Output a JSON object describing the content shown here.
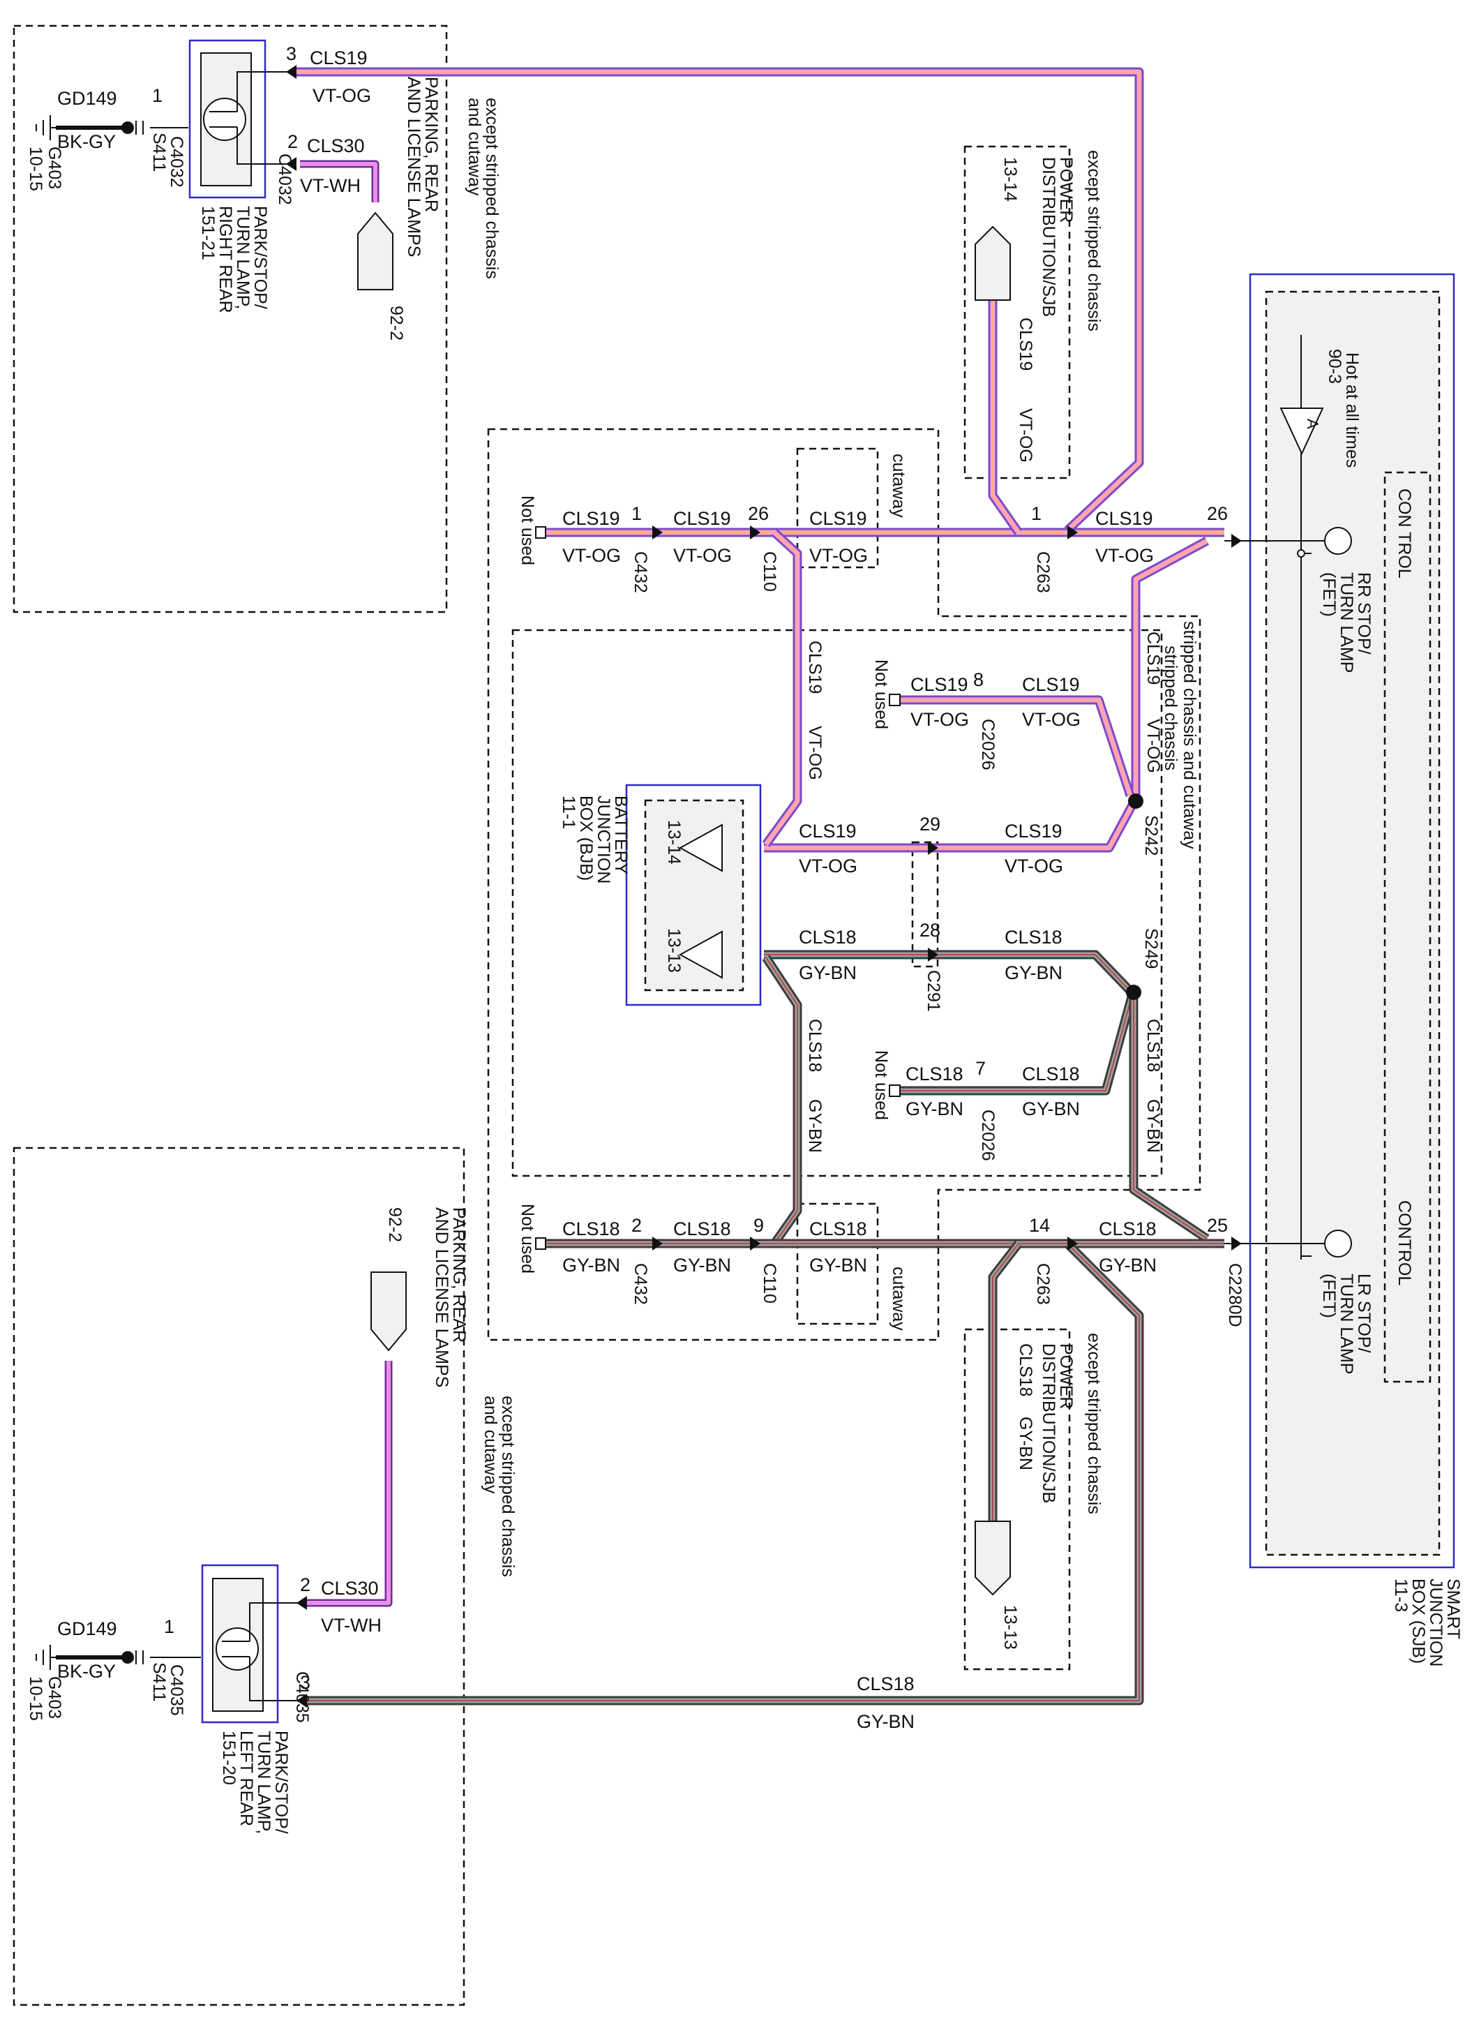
{
  "labels": {
    "cls19": "CLS19",
    "cls18": "CLS18",
    "cls30": "CLS30",
    "vt_og": "VT-OG",
    "gy_bn": "GY-BN",
    "vt_wh": "VT-WH",
    "gd149": "GD149",
    "bk_gy": "BK-GY",
    "s411": "S411",
    "s242": "S242",
    "s249": "S249",
    "c4032": "C4032",
    "c4035": "C4035",
    "c432": "C432",
    "c110": "C110",
    "c263": "C263",
    "c291": "C291",
    "c2026": "C2026",
    "c2280d": "C2280D",
    "g403": "G403",
    "g403_ref": "10-15",
    "not_used": "Not used",
    "cutaway": "cutaway",
    "except_stripped_cutaway_1": "except stripped chassis",
    "except_stripped_cutaway_2": "and cutaway",
    "except_stripped": "except stripped chassis",
    "stripped_cutaway": "stripped chassis and cutaway",
    "stripped": "stripped chassis",
    "parking_1": "PARKING, REAR",
    "parking_2": "AND LICENSE LAMPS",
    "ref_92_2": "92-2",
    "power_dist_1": "POWER",
    "power_dist_2": "DISTRIBUTION/SJB",
    "ref_13_14": "13-14",
    "ref_13_13": "13-13",
    "rr_lamp_1": "PARK/STOP/",
    "rr_lamp_2": "TURN LAMP,",
    "rr_lamp_3": "RIGHT REAR",
    "rr_lamp_4": "151-21",
    "lr_lamp_1": "PARK/STOP/",
    "lr_lamp_2": "TURN LAMP,",
    "lr_lamp_3": "LEFT REAR",
    "lr_lamp_4": "151-20",
    "bjb_1": "BATTERY",
    "bjb_2": "JUNCTION",
    "bjb_3": "BOX (BJB)",
    "bjb_4": "11-1",
    "sjb_1": "SMART",
    "sjb_2": "JUNCTION",
    "sjb_3": "BOX (SJB)",
    "sjb_4": "11-3",
    "hot_at_all_times": "Hot at all times",
    "ref_90_3": "90-3",
    "fuse_a": "A",
    "control": "CONTROL",
    "con_trol": "CON TROL",
    "rr_fet_1": "RR STOP/",
    "rr_fet_2": "TURN LAMP",
    "rr_fet_3": "(FET)",
    "lr_fet_1": "LR STOP/",
    "lr_fet_2": "TURN LAMP",
    "lr_fet_3": "(FET)",
    "pin_1": "1",
    "pin_2": "2",
    "pin_3": "3",
    "pin_7": "7",
    "pin_8": "8",
    "pin_9": "9",
    "pin_14": "14",
    "pin_25": "25",
    "pin_26": "26",
    "pin_28": "28",
    "pin_29": "29"
  }
}
